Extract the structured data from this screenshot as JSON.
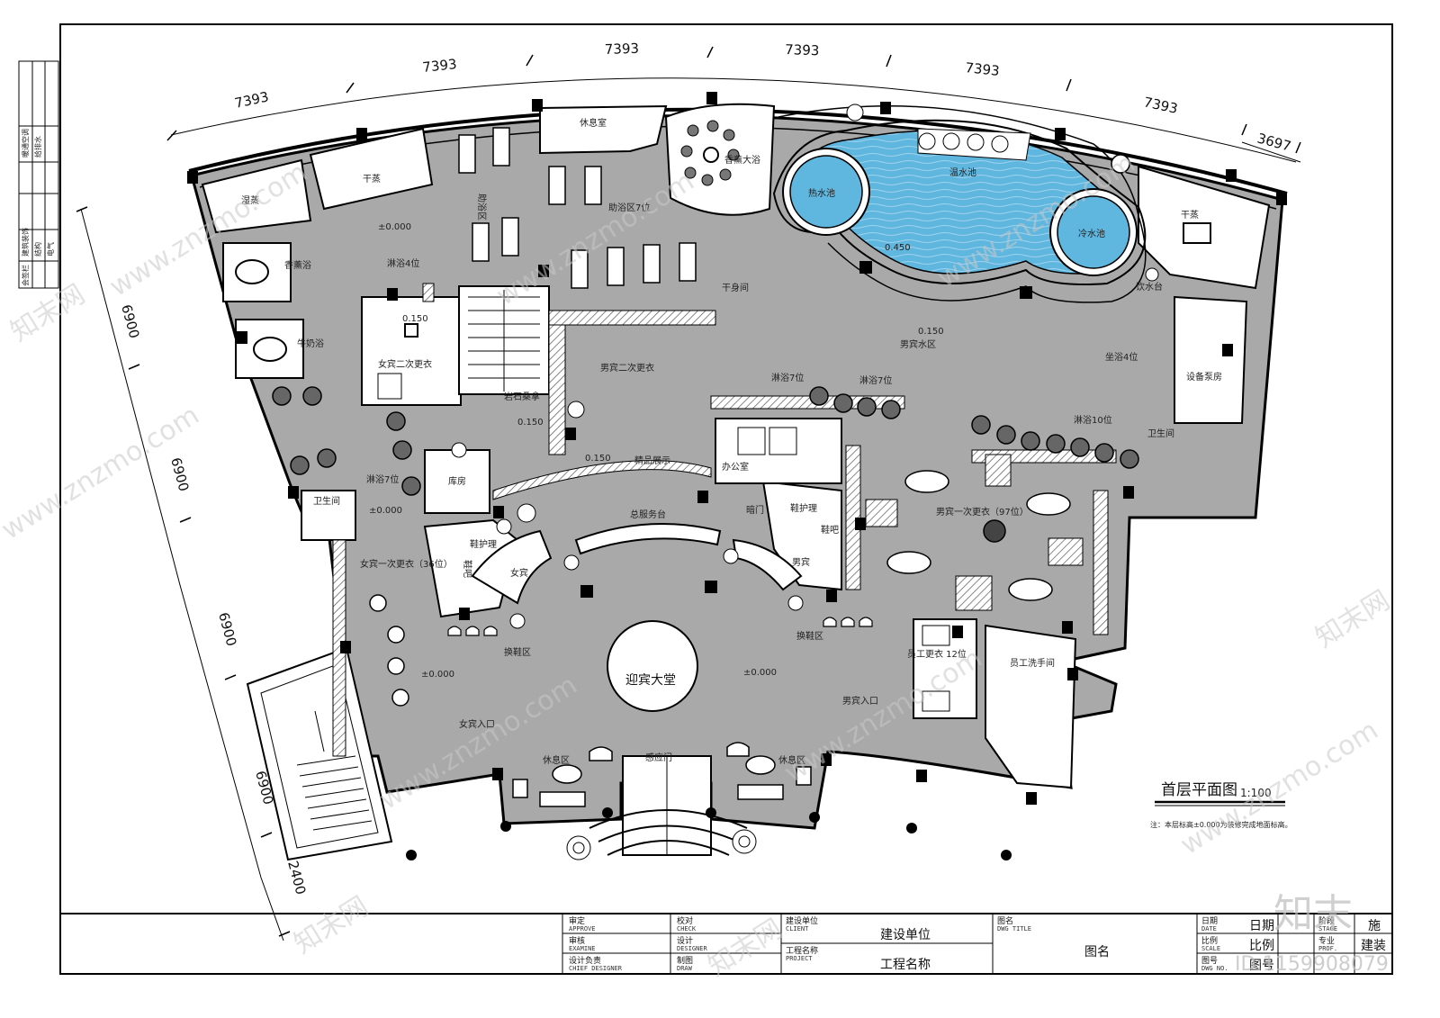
{
  "drawing": {
    "title": "首层平面图",
    "scale": "1:100",
    "note": "注：本层标高±0.000为装修完成地面标高。"
  },
  "dimensions": {
    "top": [
      "7393",
      "7393",
      "7393",
      "7393",
      "7393",
      "7393",
      "3697"
    ],
    "left": [
      "6900",
      "6900",
      "6900",
      "6900",
      "2400"
    ]
  },
  "levels": {
    "lobby": "±0.000",
    "women_wash": "±0.000",
    "women_entry": "±0.000",
    "spa_area": "±0.000",
    "changing": "0.150",
    "men_second": "0.150",
    "boutique": "0.150",
    "men_water": "0.150",
    "pool": "0.450"
  },
  "rooms": {
    "wet_steam": "湿蒸",
    "dry_steam_left": "干蒸",
    "massage_area": "助浴区",
    "rest_room": "休息室",
    "massage_area_7": "助浴区7位",
    "aroma_bath": "香薰大浴",
    "warm_pool": "温水池",
    "hot_pool": "热水池",
    "cold_pool": "冷水池",
    "dry_steam_right": "干蒸",
    "fragrant_bath": "香薰浴",
    "milk_bath": "牛奶浴",
    "women_second_change": "女宾二次更衣",
    "shower_4": "淋浴4位",
    "rock_sauna": "岩石桑拿",
    "men_second_change": "男宾二次更衣",
    "dry_rub": "干身间",
    "men_water_area": "男宾水区",
    "drink_bar": "饮水台",
    "sit_shower": "坐浴4位",
    "equipment_room": "设备泵房",
    "restroom_right": "卫生间",
    "shower_7": "淋浴7位",
    "restroom_left": "卫生间",
    "storage": "库房",
    "shoe_care_left": "鞋护理",
    "shoe_bar_left": "鞋吧",
    "women_sign": "女宾",
    "women_first_change": "女宾一次更衣（36位）",
    "boutique_display": "精品展示",
    "reception": "总服务台",
    "office": "办公室",
    "shower_men_a": "淋浴7位",
    "shower_men_b": "淋浴7位",
    "shower_men_c": "淋浴10位",
    "dark_door": "暗门",
    "shoe_care_right": "鞋护理",
    "shoe_bar_right": "鞋吧",
    "men_sign": "男宾",
    "men_first_change": "男宾一次更衣（97位）",
    "staff_change": "员工更衣 12位",
    "staff_wash": "员工洗手间",
    "change_shoes_left": "换鞋区",
    "change_shoes_right": "换鞋区",
    "women_entrance": "女宾入口",
    "men_entrance": "男宾入口",
    "lobby": "迎宾大堂",
    "rest_left": "休息区",
    "rest_right": "休息区",
    "auto_door": "感应门"
  },
  "title_block": {
    "approve_cn": "审定",
    "approve_en": "APPROVE",
    "examine_cn": "审核",
    "examine_en": "EXAMINE",
    "chief_cn": "设计负责",
    "chief_en": "CHIEF DESIGNER",
    "check_cn": "校对",
    "check_en": "CHECK",
    "designer_cn": "设计",
    "designer_en": "DESIGNER",
    "draw_cn": "制图",
    "draw_en": "DRAW",
    "client_cn": "建设单位",
    "client_en": "CLIENT",
    "client_value": "建设单位",
    "project_cn": "工程名称",
    "project_en": "PROJECT",
    "project_value": "工程名称",
    "title_cn": "图名",
    "title_en": "DWG TITLE",
    "title_value": "图名",
    "date_cn": "日期",
    "date_en": "DATE",
    "date_value": "日期",
    "stage_cn": "阶段",
    "stage_en": "STAGE",
    "stage_value": "施",
    "scale_cn": "比例",
    "scale_en": "SCALE",
    "scale_value": "比例",
    "prof_cn": "专业",
    "prof_en": "PROF.",
    "prof_value": "建装",
    "dwgno_cn": "图号",
    "dwgno_en": "DWG NO.",
    "dwgno_value": "图号"
  },
  "side_block": [
    "暖通空调",
    "给排水",
    "建筑装饰",
    "结构",
    "电气",
    "会签栏"
  ],
  "watermark": {
    "text": "www.znzmo.com",
    "logo": "知末网",
    "brand": "知末",
    "id": "ID:1159908079"
  },
  "colors": {
    "floor": "#a9a9a9",
    "pool": "#5fb6de",
    "pool_light": "#9fd3ee",
    "wall": "#111111",
    "hatch": "#555555"
  }
}
